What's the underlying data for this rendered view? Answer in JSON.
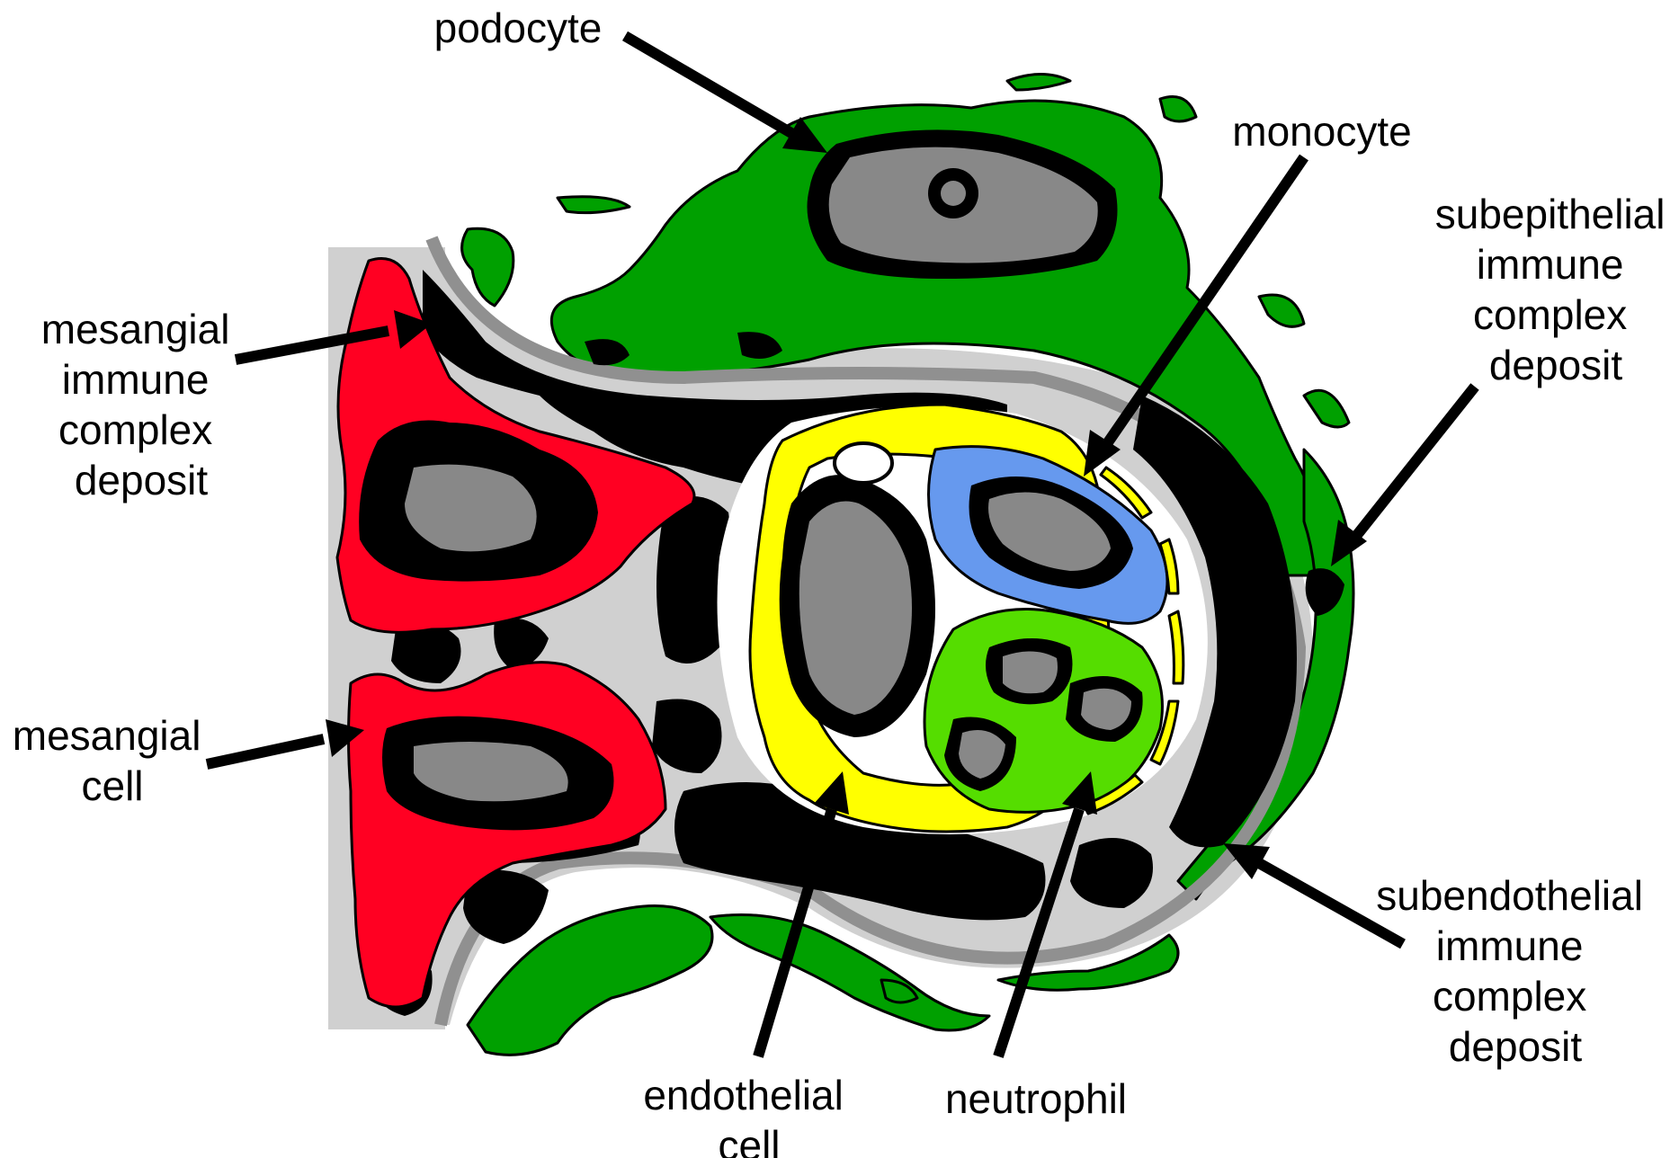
{
  "labels": {
    "podocyte": [
      "podocyte"
    ],
    "monocyte": [
      "monocyte"
    ],
    "subepithelial": [
      "subepithelial",
      "immune",
      "complex",
      "deposit"
    ],
    "mesangial_deposit": [
      "mesangial",
      "immune",
      "complex",
      "deposit"
    ],
    "mesangial_cell": [
      "mesangial",
      "cell"
    ],
    "subendothelial": [
      "subendothelial",
      "immune",
      "complex",
      "deposit"
    ],
    "endothelial_cell": [
      "endothelial",
      "cell"
    ],
    "neutrophil": [
      "neutrophil"
    ]
  },
  "colors": {
    "podocyte": "#00a000",
    "mesangial_cell": "#ff0022",
    "mesangium_matrix": "#d0d0d0",
    "deposit": "#000000",
    "nucleus": "#888888",
    "endothelial": "#ffff00",
    "monocyte": "#6699ee",
    "neutrophil": "#55dd00",
    "basement_membrane": "#909090"
  }
}
